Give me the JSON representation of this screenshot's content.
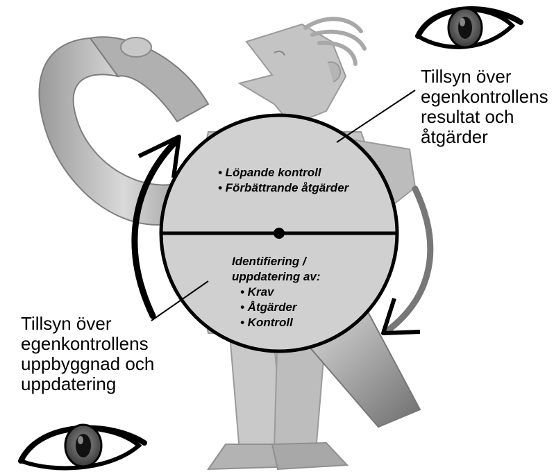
{
  "caption_right": {
    "lines": [
      "Tillsyn över",
      "egenkontrollens",
      "resultat och",
      "åtgärder"
    ]
  },
  "caption_left": {
    "lines": [
      "Tillsyn över",
      "egenkontrollens",
      "uppbyggnad och",
      "uppdatering"
    ]
  },
  "circle": {
    "upper_items": [
      "• Löpande kontroll",
      "• Förbättrande åtgärder"
    ],
    "lower_title": [
      "Identifiering /",
      "uppdatering av:"
    ],
    "lower_items": [
      "• Krav",
      "• Åtgärder",
      "• Kontroll"
    ]
  },
  "colors": {
    "figure": "#c4c4c4",
    "figure_dark": "#8a8a8a",
    "circle_fill": "#cfcfcf",
    "outline": "#000000"
  },
  "icons": [
    "eye-icon",
    "cycle-arrow-icon",
    "magnifying-glass-figure"
  ]
}
